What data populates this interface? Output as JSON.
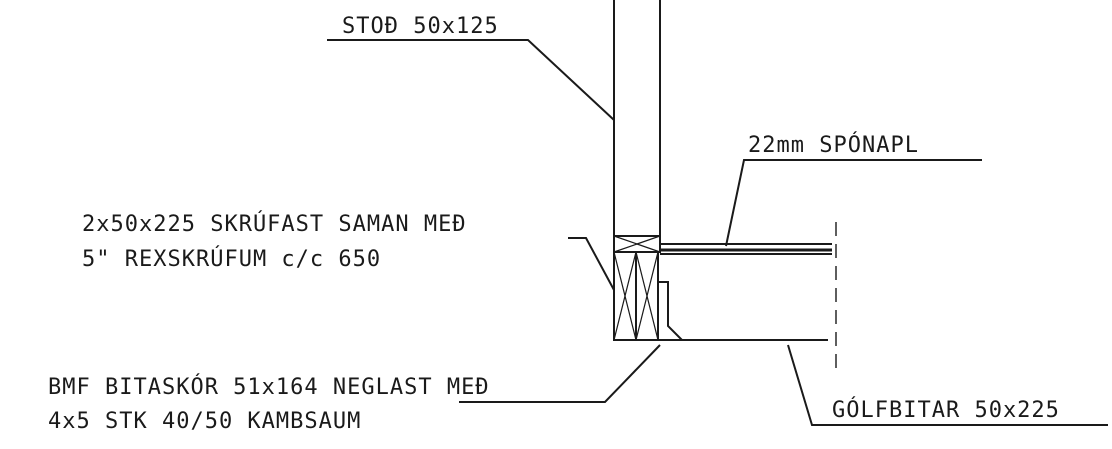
{
  "labels": {
    "stud": "STOÐ 50x125",
    "sheathing": "22mm SPÓNAPL",
    "beam_line1": "2x50x225 SKRÚFAST SAMAN MEÐ",
    "beam_line2": "5\" REXSKRÚFUM c/c 650",
    "hanger_line1": "BMF BITASKÓR 51x164 NEGLAST MEÐ",
    "hanger_line2": "4x5 STK 40/50 KAMBSAUM",
    "joists": "GÓLFBITAR 50x225"
  },
  "colors": {
    "ink": "#1a1a1a",
    "background": "#ffffff"
  }
}
